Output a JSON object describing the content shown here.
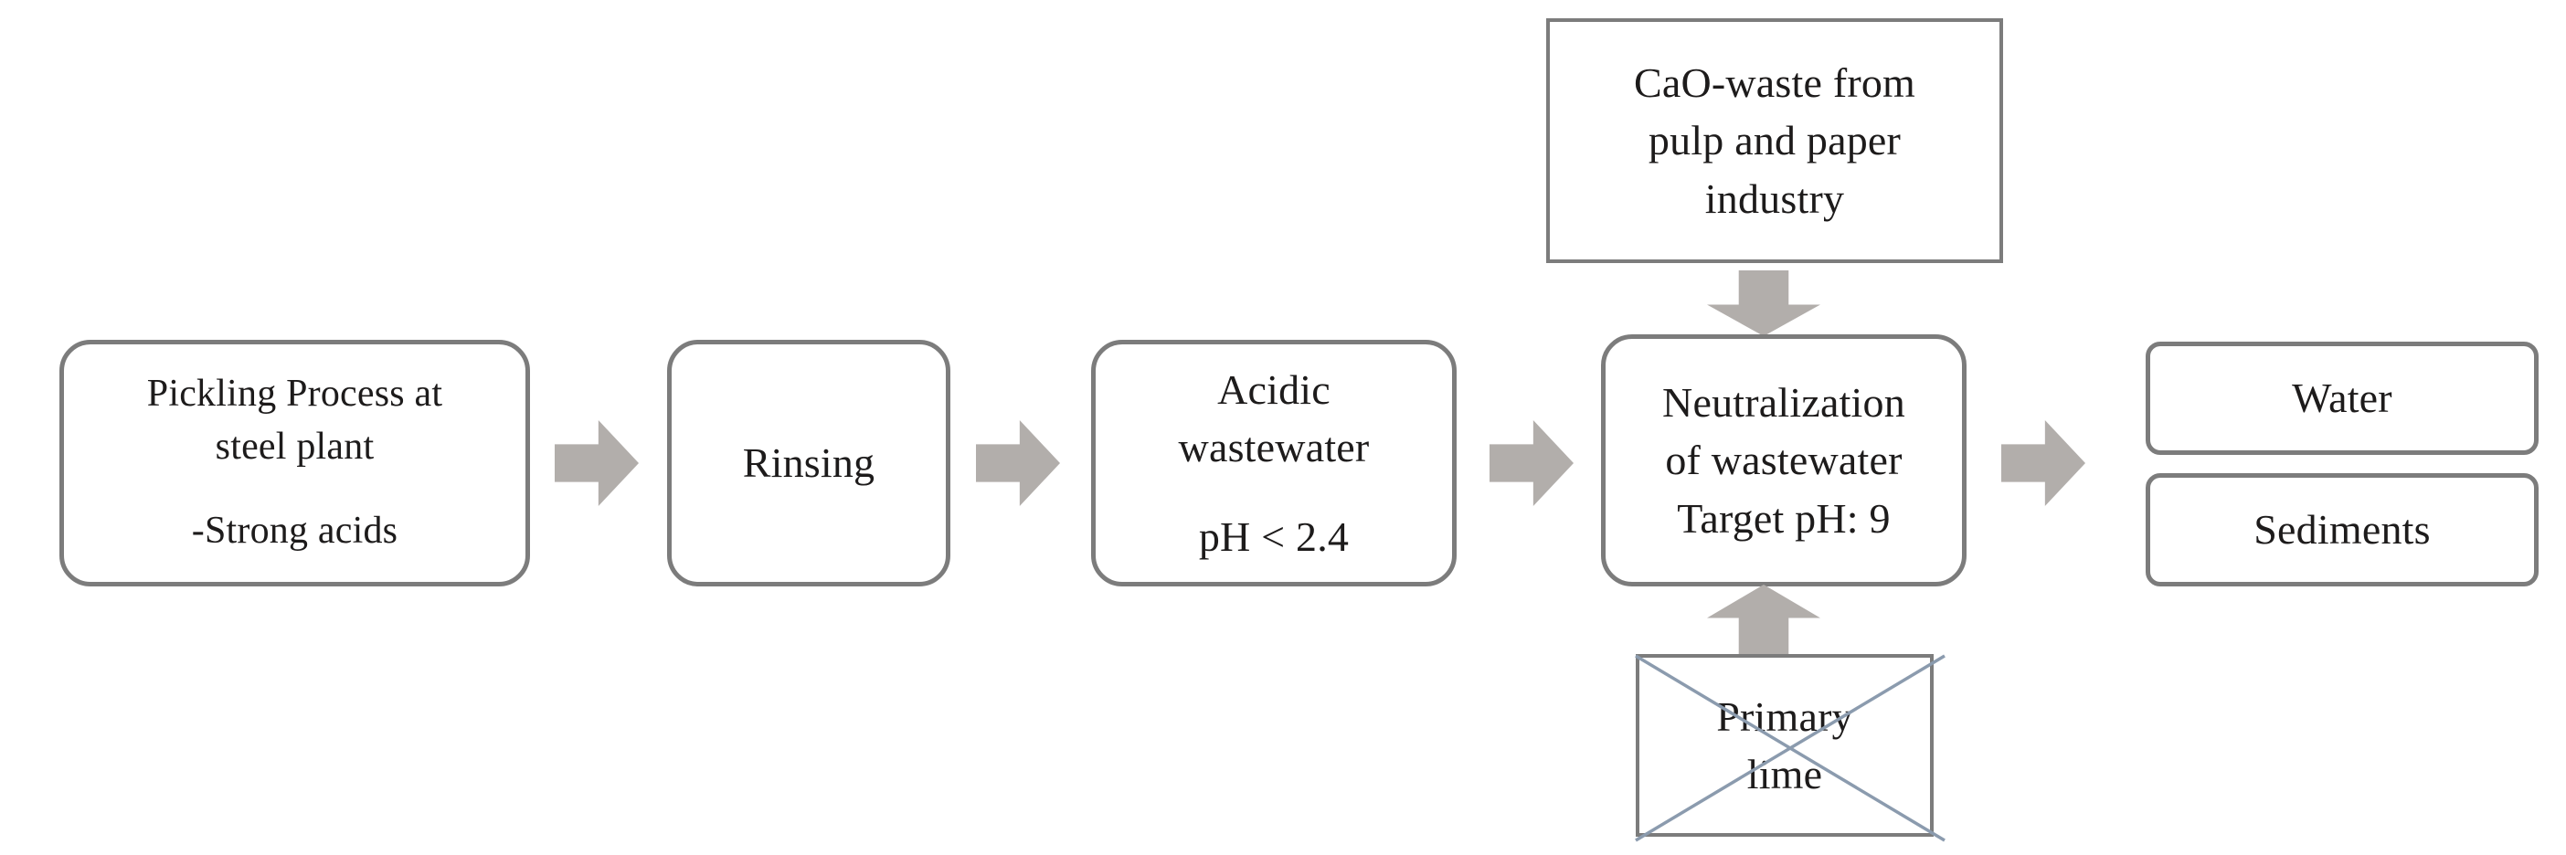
{
  "diagram": {
    "title": "Wastewater neutralization process flow",
    "colors": {
      "box_border": "#7c7c7c",
      "arrow_fill": "#b2aeab",
      "cross_stroke": "#8b9bae",
      "text": "#1d1b1b",
      "background": "#ffffff"
    }
  },
  "nodes": {
    "pickling": {
      "name": "Pickling Process",
      "line1": "Pickling Process at",
      "line2": "steel plant",
      "line3": "-Strong acids",
      "shape": "rounded-rectangle"
    },
    "rinsing": {
      "name": "Rinsing",
      "line1": "Rinsing",
      "shape": "rounded-rectangle"
    },
    "acidic_wastewater": {
      "name": "Acidic wastewater",
      "line1": "Acidic",
      "line2": "wastewater",
      "line3": "pH < 2.4",
      "shape": "rounded-rectangle"
    },
    "cao_waste": {
      "name": "CaO-waste input",
      "line1": "CaO-waste from",
      "line2": "pulp and paper",
      "line3": "industry",
      "shape": "rectangle"
    },
    "neutralization": {
      "name": "Neutralization",
      "line1": "Neutralization",
      "line2": "of wastewater",
      "line3": "Target pH: 9",
      "shape": "rounded-rectangle"
    },
    "primary_lime": {
      "name": "Primary lime (crossed out)",
      "line1": "Primary",
      "line2": "lime",
      "shape": "rectangle",
      "state": "crossed-out"
    },
    "water": {
      "name": "Water output",
      "line1": "Water",
      "shape": "rounded-rectangle"
    },
    "sediments": {
      "name": "Sediments output",
      "line1": "Sediments",
      "shape": "rounded-rectangle"
    }
  },
  "connectors": [
    {
      "id": "pickling-to-rinsing",
      "from": "pickling",
      "to": "rinsing",
      "direction": "right"
    },
    {
      "id": "rinsing-to-acidic",
      "from": "rinsing",
      "to": "acidic_wastewater",
      "direction": "right"
    },
    {
      "id": "acidic-to-neutralization",
      "from": "acidic_wastewater",
      "to": "neutralization",
      "direction": "right"
    },
    {
      "id": "cao-to-neutralization",
      "from": "cao_waste",
      "to": "neutralization",
      "direction": "down"
    },
    {
      "id": "primary-lime-to-neutralization",
      "from": "primary_lime",
      "to": "neutralization",
      "direction": "up"
    },
    {
      "id": "neutralization-to-outputs",
      "from": "neutralization",
      "to": "water",
      "direction": "right"
    }
  ]
}
